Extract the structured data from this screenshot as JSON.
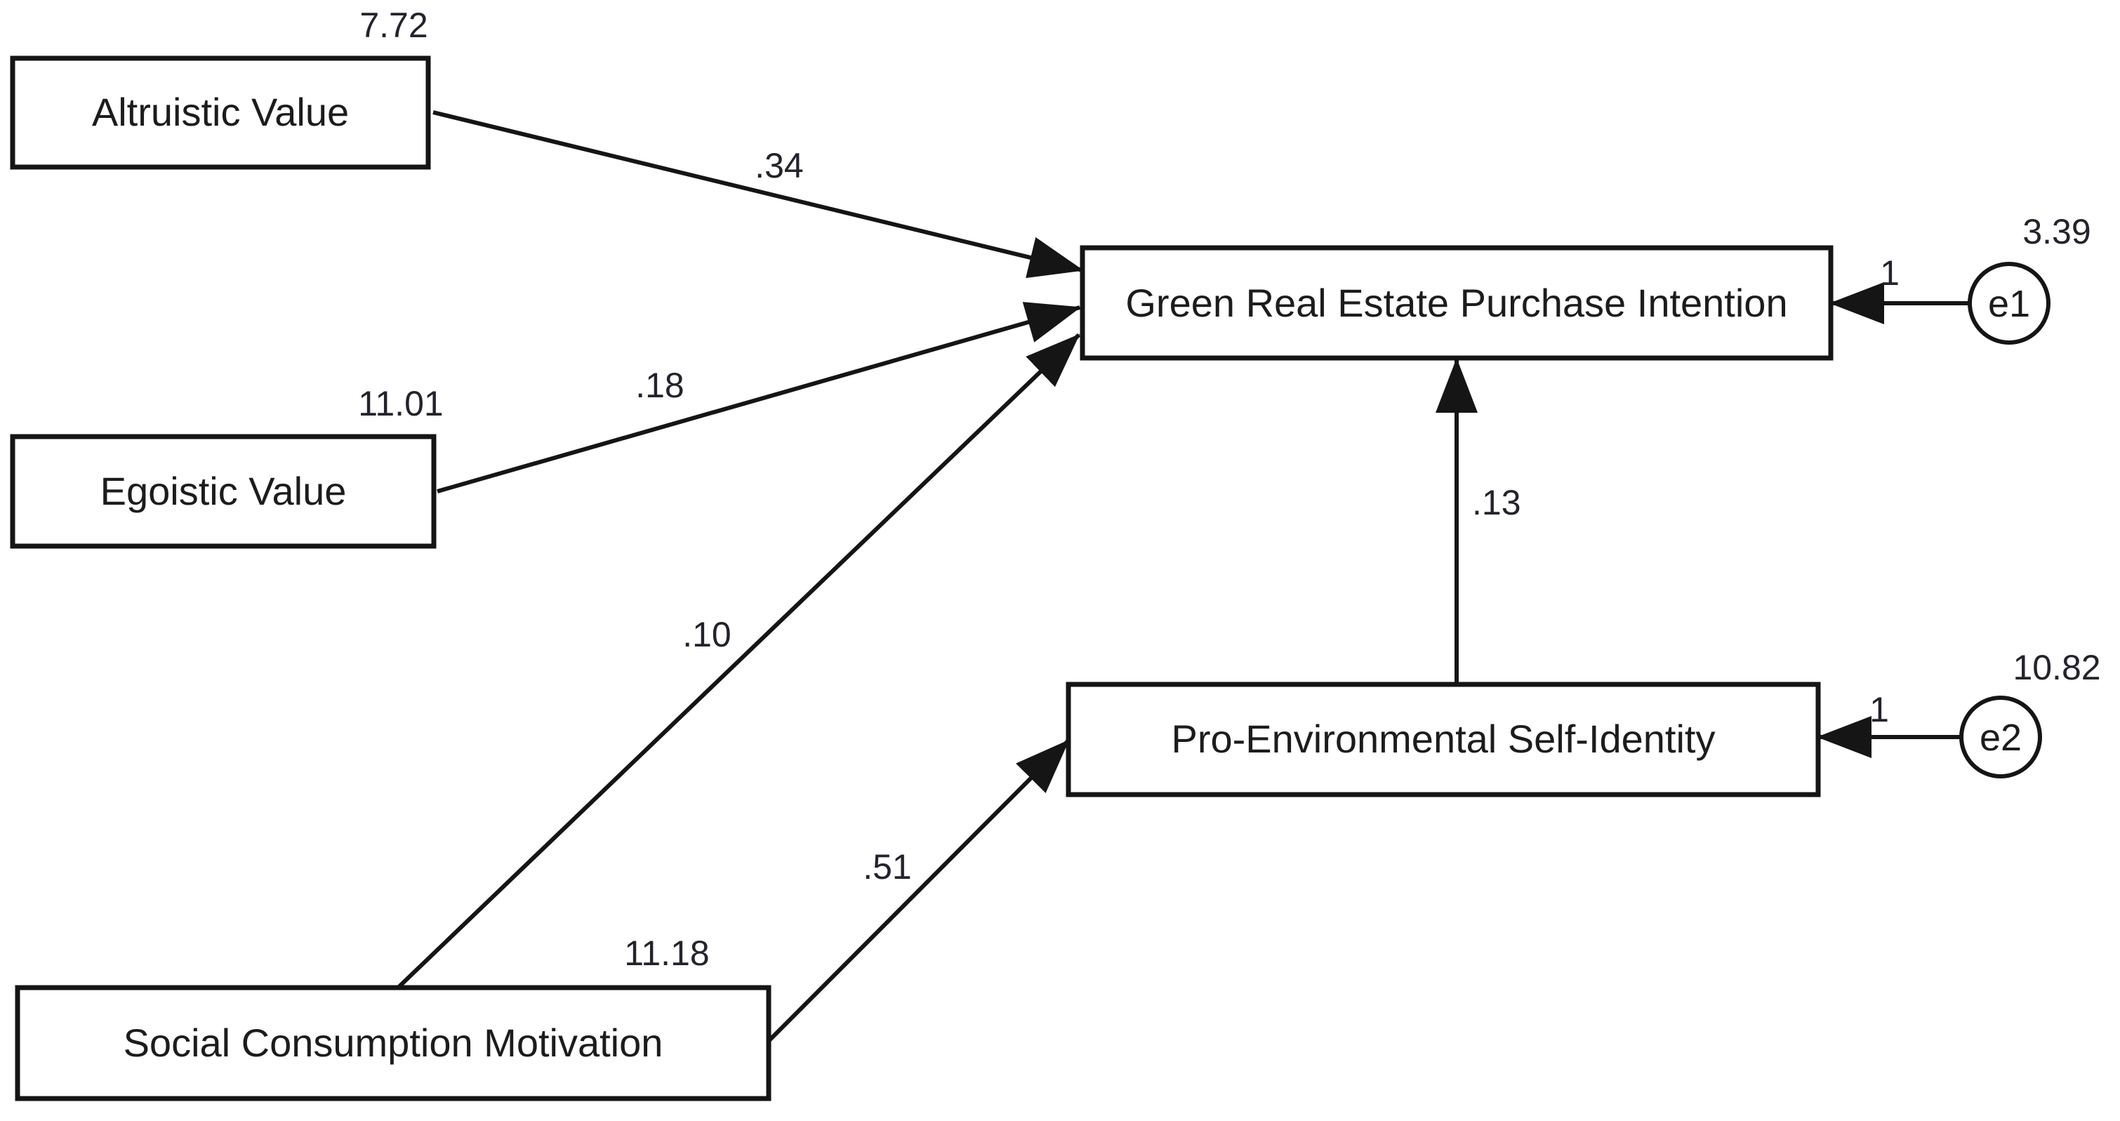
{
  "colors": {
    "background": "#ffffff",
    "stroke": "#151515",
    "text": "#1c1c1c"
  },
  "nodes": {
    "altruistic_value": {
      "label": "Altruistic Value",
      "variance": "7.72"
    },
    "egoistic_value": {
      "label": "Egoistic Value",
      "variance": "11.01"
    },
    "social_consumption_motivation": {
      "label": "Social Consumption Motivation",
      "variance": "11.18"
    },
    "green_real_estate_purchase_intention": {
      "label": "Green Real Estate Purchase Intention"
    },
    "pro_environmental_self_identity": {
      "label": "Pro-Environmental Self-Identity"
    }
  },
  "error_terms": {
    "e1": {
      "label": "e1",
      "variance": "3.39",
      "loading": "1"
    },
    "e2": {
      "label": "e2",
      "variance": "10.82",
      "loading": "1"
    }
  },
  "paths": {
    "altruistic_to_intention": {
      "coefficient": ".34"
    },
    "egoistic_to_intention": {
      "coefficient": ".18"
    },
    "social_to_intention": {
      "coefficient": ".10"
    },
    "social_to_identity": {
      "coefficient": ".51"
    },
    "identity_to_intention": {
      "coefficient": ".13"
    }
  }
}
